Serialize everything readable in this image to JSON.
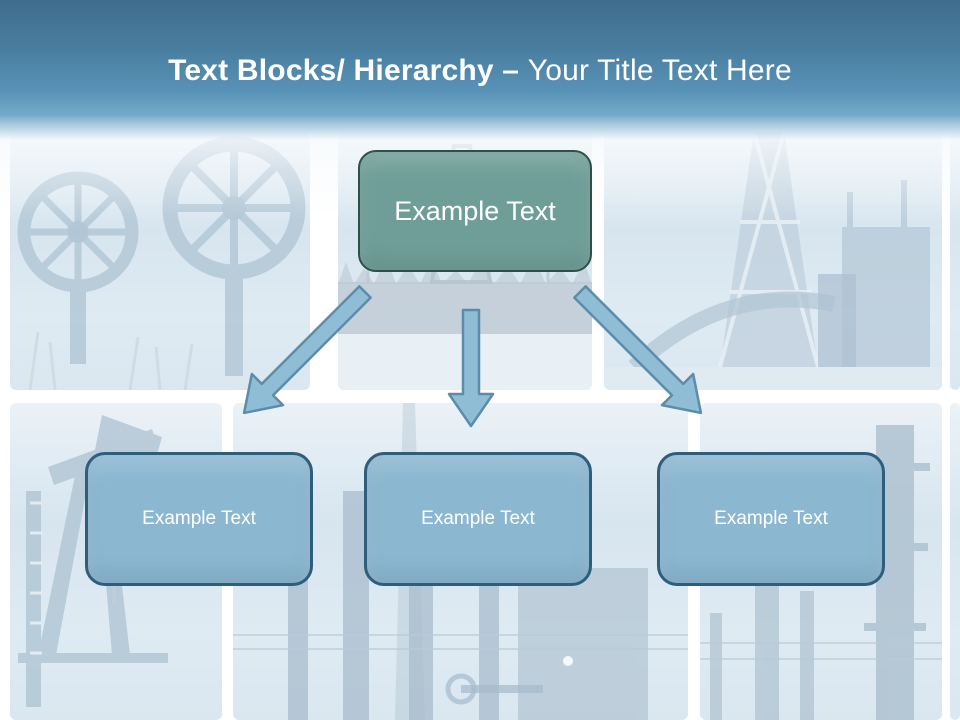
{
  "slide_title": {
    "bold_part": "Text Blocks/ Hierarchy –",
    "regular_part": "Your Title Text Here"
  },
  "diagram": {
    "root_box": {
      "label": "Example Text"
    },
    "child_boxes": [
      {
        "label": "Example Text"
      },
      {
        "label": "Example Text"
      },
      {
        "label": "Example Text"
      }
    ]
  },
  "background": {
    "photo_tiles": [
      "valve-wheels",
      "drilling-rig-treeline",
      "oil-derrick-pipes",
      "edge-sliver",
      "pumpjack",
      "refinery-stacks",
      "refinery-towers",
      "edge-sliver"
    ]
  },
  "colors": {
    "header-top": "#3f6d8c",
    "header-mid": "#5893b7",
    "header-bottom": "#74aac9",
    "title-text": "#ffffff",
    "root-box-fill": "#6f9e98",
    "root-box-border": "#2e4f4a",
    "child-box-fill": "#8bb7d1",
    "child-box-border": "#2d5f7d",
    "arrow-fill": "#90bdd6",
    "arrow-border": "#5d8cab",
    "box-text": "#ffffff"
  }
}
